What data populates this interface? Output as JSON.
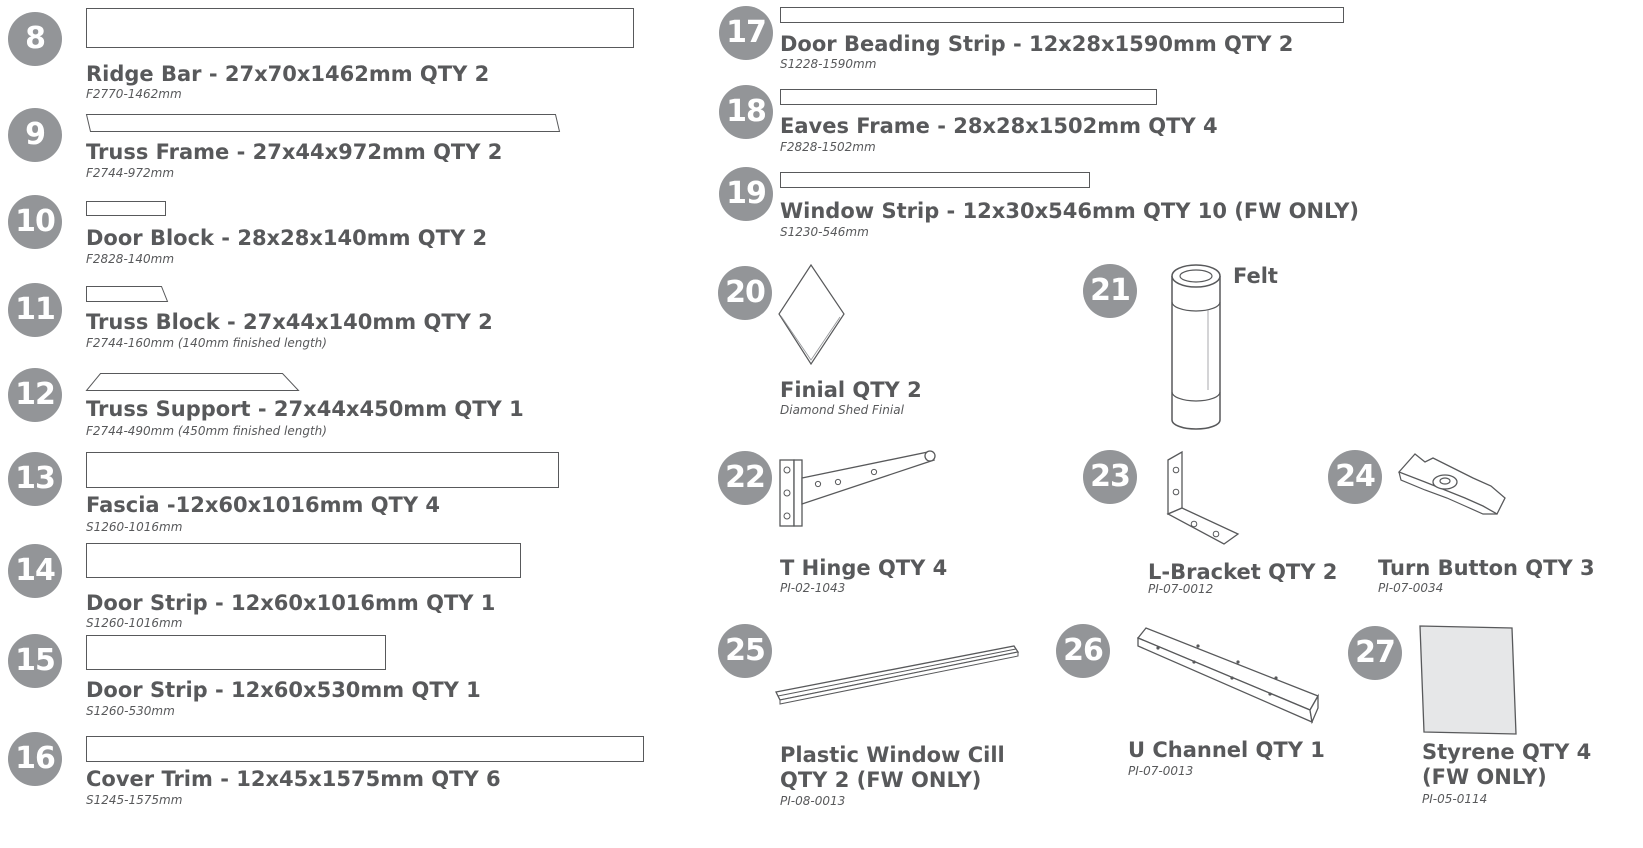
{
  "parts": {
    "p8": {
      "num": "8",
      "title": "Ridge Bar - 27x70x1462mm QTY 2",
      "code": "F2770-1462mm"
    },
    "p9": {
      "num": "9",
      "title": "Truss Frame - 27x44x972mm QTY 2",
      "code": "F2744-972mm"
    },
    "p10": {
      "num": "10",
      "title": "Door Block - 28x28x140mm QTY 2",
      "code": "F2828-140mm"
    },
    "p11": {
      "num": "11",
      "title": "Truss Block - 27x44x140mm QTY 2",
      "code": "F2744-160mm (140mm finished length)"
    },
    "p12": {
      "num": "12",
      "title": "Truss Support - 27x44x450mm QTY 1",
      "code": "F2744-490mm (450mm finished length)"
    },
    "p13": {
      "num": "13",
      "title": "Fascia -12x60x1016mm QTY 4",
      "code": "S1260-1016mm"
    },
    "p14": {
      "num": "14",
      "title": "Door Strip - 12x60x1016mm QTY 1",
      "code": "S1260-1016mm"
    },
    "p15": {
      "num": "15",
      "title": "Door Strip - 12x60x530mm QTY 1",
      "code": "S1260-530mm"
    },
    "p16": {
      "num": "16",
      "title": "Cover Trim - 12x45x1575mm QTY 6",
      "code": "S1245-1575mm"
    },
    "p17": {
      "num": "17",
      "title": "Door Beading Strip - 12x28x1590mm QTY 2",
      "code": "S1228-1590mm"
    },
    "p18": {
      "num": "18",
      "title": "Eaves Frame - 28x28x1502mm QTY 4",
      "code": "F2828-1502mm"
    },
    "p19": {
      "num": "19",
      "title": "Window Strip - 12x30x546mm QTY 10 (FW ONLY)",
      "code": "S1230-546mm"
    },
    "p20": {
      "num": "20",
      "title": "Finial QTY 2",
      "code": "Diamond Shed Finial"
    },
    "p21": {
      "num": "21",
      "label": "Felt"
    },
    "p22": {
      "num": "22",
      "title": "T Hinge QTY 4",
      "code": "PI-02-1043"
    },
    "p23": {
      "num": "23",
      "title": "L-Bracket QTY 2",
      "code": "PI-07-0012"
    },
    "p24": {
      "num": "24",
      "title": "Turn Button QTY 3",
      "code": "PI-07-0034"
    },
    "p25": {
      "num": "25",
      "title_line1": "Plastic Window Cill",
      "title_line2": "QTY 2 (FW ONLY)",
      "code": "PI-08-0013"
    },
    "p26": {
      "num": "26",
      "title": "U Channel QTY 1",
      "code": "PI-07-0013"
    },
    "p27": {
      "num": "27",
      "title_line1": "Styrene QTY 4",
      "title_line2": "(FW ONLY)",
      "code": "PI-05-0114"
    }
  },
  "colors": {
    "badge": "#939598",
    "text": "#58595b",
    "line": "#58595b"
  },
  "icons": {
    "p20": "diamond-finial-icon",
    "p21": "felt-roll-icon",
    "p22": "t-hinge-icon",
    "p23": "l-bracket-icon",
    "p24": "turn-button-icon",
    "p25": "window-cill-icon",
    "p26": "u-channel-icon",
    "p27": "styrene-sheet-icon"
  }
}
